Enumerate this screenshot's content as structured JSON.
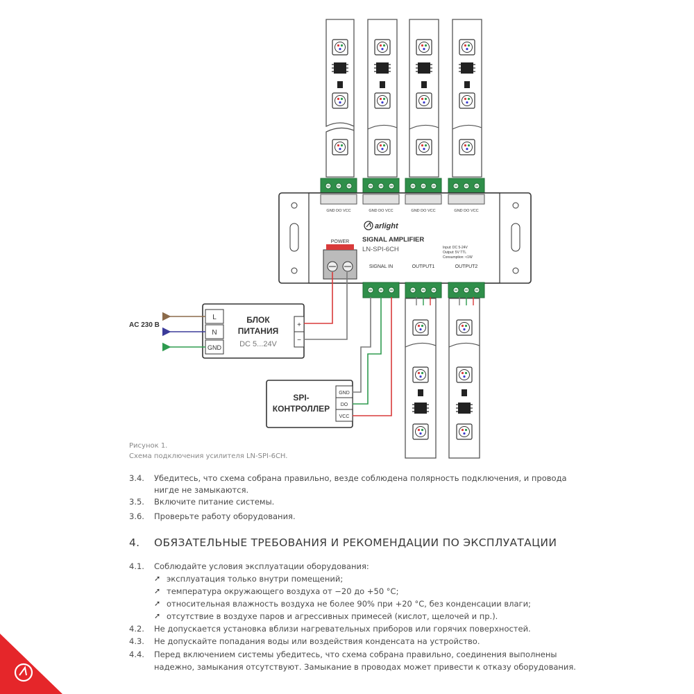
{
  "diagram": {
    "ac_label": "AC 230 B",
    "psu": {
      "title_line1": "БЛОК",
      "title_line2": "ПИТАНИЯ",
      "voltage": "DC 5...24V",
      "terminals": [
        "L",
        "N",
        "GND"
      ],
      "polarity": [
        "+",
        "−"
      ]
    },
    "controller": {
      "title_line1": "SPI-",
      "title_line2": "КОНТРОЛЛЕР",
      "pins": [
        "GND",
        "DO",
        "VCC"
      ]
    },
    "amplifier": {
      "brand": "arlight",
      "title": "SIGNAL AMPLIFIER",
      "model": "LN-SPI-6CH",
      "spec_line1": "Input: DC 5-24V",
      "spec_line2": "Output: 5V TTL",
      "spec_line3": "Consumption: <1W",
      "power_label": "POWER",
      "signal_in_label": "SIGNAL IN",
      "output1_label": "OUTPUT1",
      "output2_label": "OUTPUT2",
      "top_port_label": "GND DO VCC"
    },
    "colors": {
      "wire_brown": "#8b6a4a",
      "wire_blue": "#3b3b9a",
      "wire_green": "#2e9b4f",
      "wire_red": "#d93a3a",
      "wire_gray": "#7a7a7a",
      "terminal_green": "#2f8f4a",
      "accent_red": "#e5262a"
    }
  },
  "caption": {
    "line1": "Рисунок 1.",
    "line2": "Схема подключения усилителя LN-SPI-6CH."
  },
  "steps": [
    {
      "num": "3.4.",
      "line1": "Убедитесь, что схема собрана правильно, везде соблюдена полярность подключения, и провода",
      "line2": "нигде не замыкаются."
    },
    {
      "num": "3.5.",
      "line1": "Включите питание системы."
    },
    {
      "num": "3.6.",
      "line1": "Проверьте работу оборудования."
    }
  ],
  "section": {
    "num": "4.",
    "title": "ОБЯЗАТЕЛЬНЫЕ ТРЕБОВАНИЯ И РЕКОМЕНДАЦИИ ПО ЭКСПЛУАТАЦИИ"
  },
  "requirements": {
    "r41": {
      "num": "4.1.",
      "text": "Соблюдайте условия эксплуатации оборудования:"
    },
    "bullets": [
      "эксплуатация только внутри помещений;",
      "температура окружающего воздуха от −20 до +50 °С;",
      "относительная влажность воздуха не более 90% при +20 °С, без конденсации влаги;",
      "отсутствие в воздухе паров и агрессивных примесей (кислот, щелочей и пр.)."
    ],
    "r42": {
      "num": "4.2.",
      "text": "Не допускается установка вблизи нагревательных приборов или горячих поверхностей."
    },
    "r43": {
      "num": "4.3.",
      "text": "Не допускайте попадания воды или воздействия конденсата на устройство."
    },
    "r44": {
      "num": "4.4.",
      "line1": "Перед включением системы убедитесь, что схема собрана правильно, соединения выполнены",
      "line2": "надежно, замыкания отсутствуют. Замыкание в проводах может привести к отказу оборудования."
    }
  }
}
